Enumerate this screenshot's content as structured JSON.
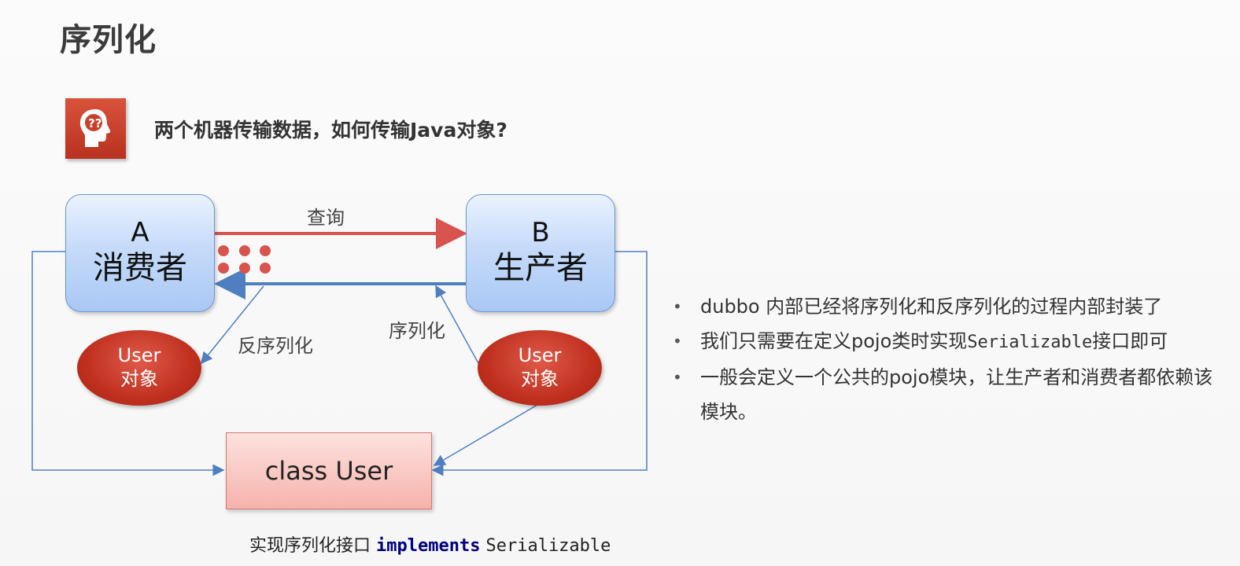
{
  "title": "序列化",
  "question": "两个机器传输数据，如何传输Java对象?",
  "diagram": {
    "node_a": {
      "letter": "A",
      "role": "消费者"
    },
    "node_b": {
      "letter": "B",
      "role": "生产者"
    },
    "query_label": "查询",
    "deserialize_label": "反序列化",
    "serialize_label": "序列化",
    "user_obj_left": {
      "line1": "User",
      "line2": "对象"
    },
    "user_obj_right": {
      "line1": "User",
      "line2": "对象"
    },
    "class_box": "class User",
    "impl_note": {
      "prefix": "实现序列化接口",
      "keyword": "implements",
      "iface": "Serializable"
    }
  },
  "bullets": [
    {
      "text": "dubbo 内部已经将序列化和反序列化的过程内部封装了"
    },
    {
      "pre": "我们只需要在定义pojo类时实现",
      "mono": "Serializable",
      "post": "接口即可"
    },
    {
      "text": "一般会定义一个公共的pojo模块，让生产者和消费者都依赖该模块。"
    }
  ],
  "colors": {
    "red_arrow": "#d9534f",
    "blue_arrow": "#4f7fc0",
    "icon_bg": "#c9402a"
  },
  "icons": {
    "question": "head-question-icon"
  }
}
